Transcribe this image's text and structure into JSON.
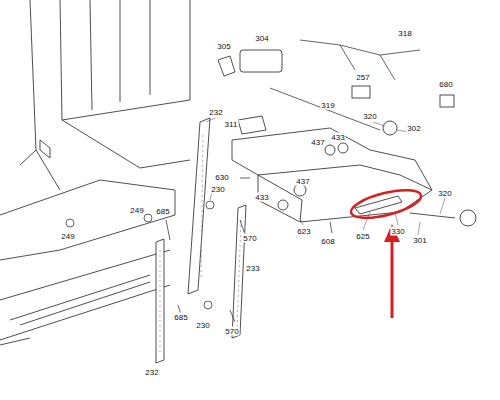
{
  "diagram": {
    "labels": [
      "304",
      "305",
      "318",
      "319",
      "257",
      "680",
      "311",
      "320",
      "433",
      "302",
      "232",
      "437",
      "630",
      "433",
      "437",
      "249",
      "685",
      "230",
      "570",
      "623",
      "608",
      "625",
      "330",
      "320",
      "301",
      "249",
      "233",
      "685",
      "230",
      "570",
      "232"
    ]
  }
}
